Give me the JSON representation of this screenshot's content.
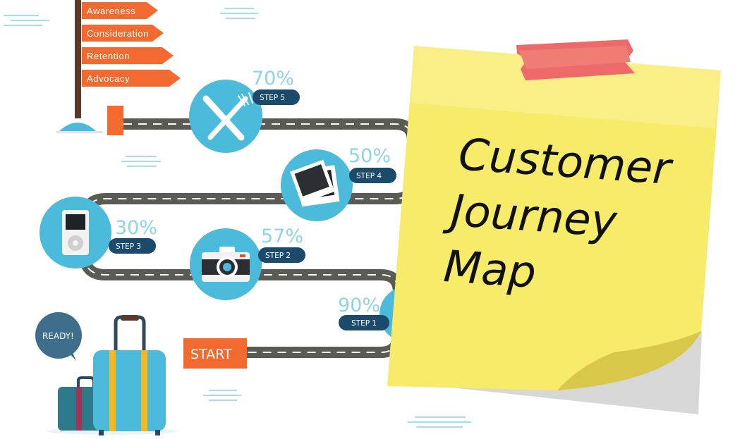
{
  "signpost": [
    "Awareness",
    "Consideration",
    "Retention",
    "Advocacy"
  ],
  "steps": [
    {
      "label": "STEP 5",
      "percent": "70%",
      "icon": "fork-knife-icon"
    },
    {
      "label": "STEP 4",
      "percent": "50%",
      "icon": "photo-icon"
    },
    {
      "label": "STEP 3",
      "percent": "30%",
      "icon": "music-player-icon"
    },
    {
      "label": "STEP 2",
      "percent": "57%",
      "icon": "camera-icon"
    },
    {
      "label": "STEP 1",
      "percent": "90%",
      "icon": "circle-icon"
    }
  ],
  "start_label": "START",
  "ready_label": "READY!",
  "note": {
    "line1": "Customer",
    "line2": "Journey",
    "line3": "Map"
  },
  "colors": {
    "road": "#5b5b55",
    "road_line": "#ffffff",
    "circle": "#4bbadb",
    "step_badge": "#1b4a6b",
    "percent": "#8fd3e8",
    "sign": "#f26a30",
    "note_yellow": "#f7eb6a",
    "tape": "#ee6a6a"
  }
}
